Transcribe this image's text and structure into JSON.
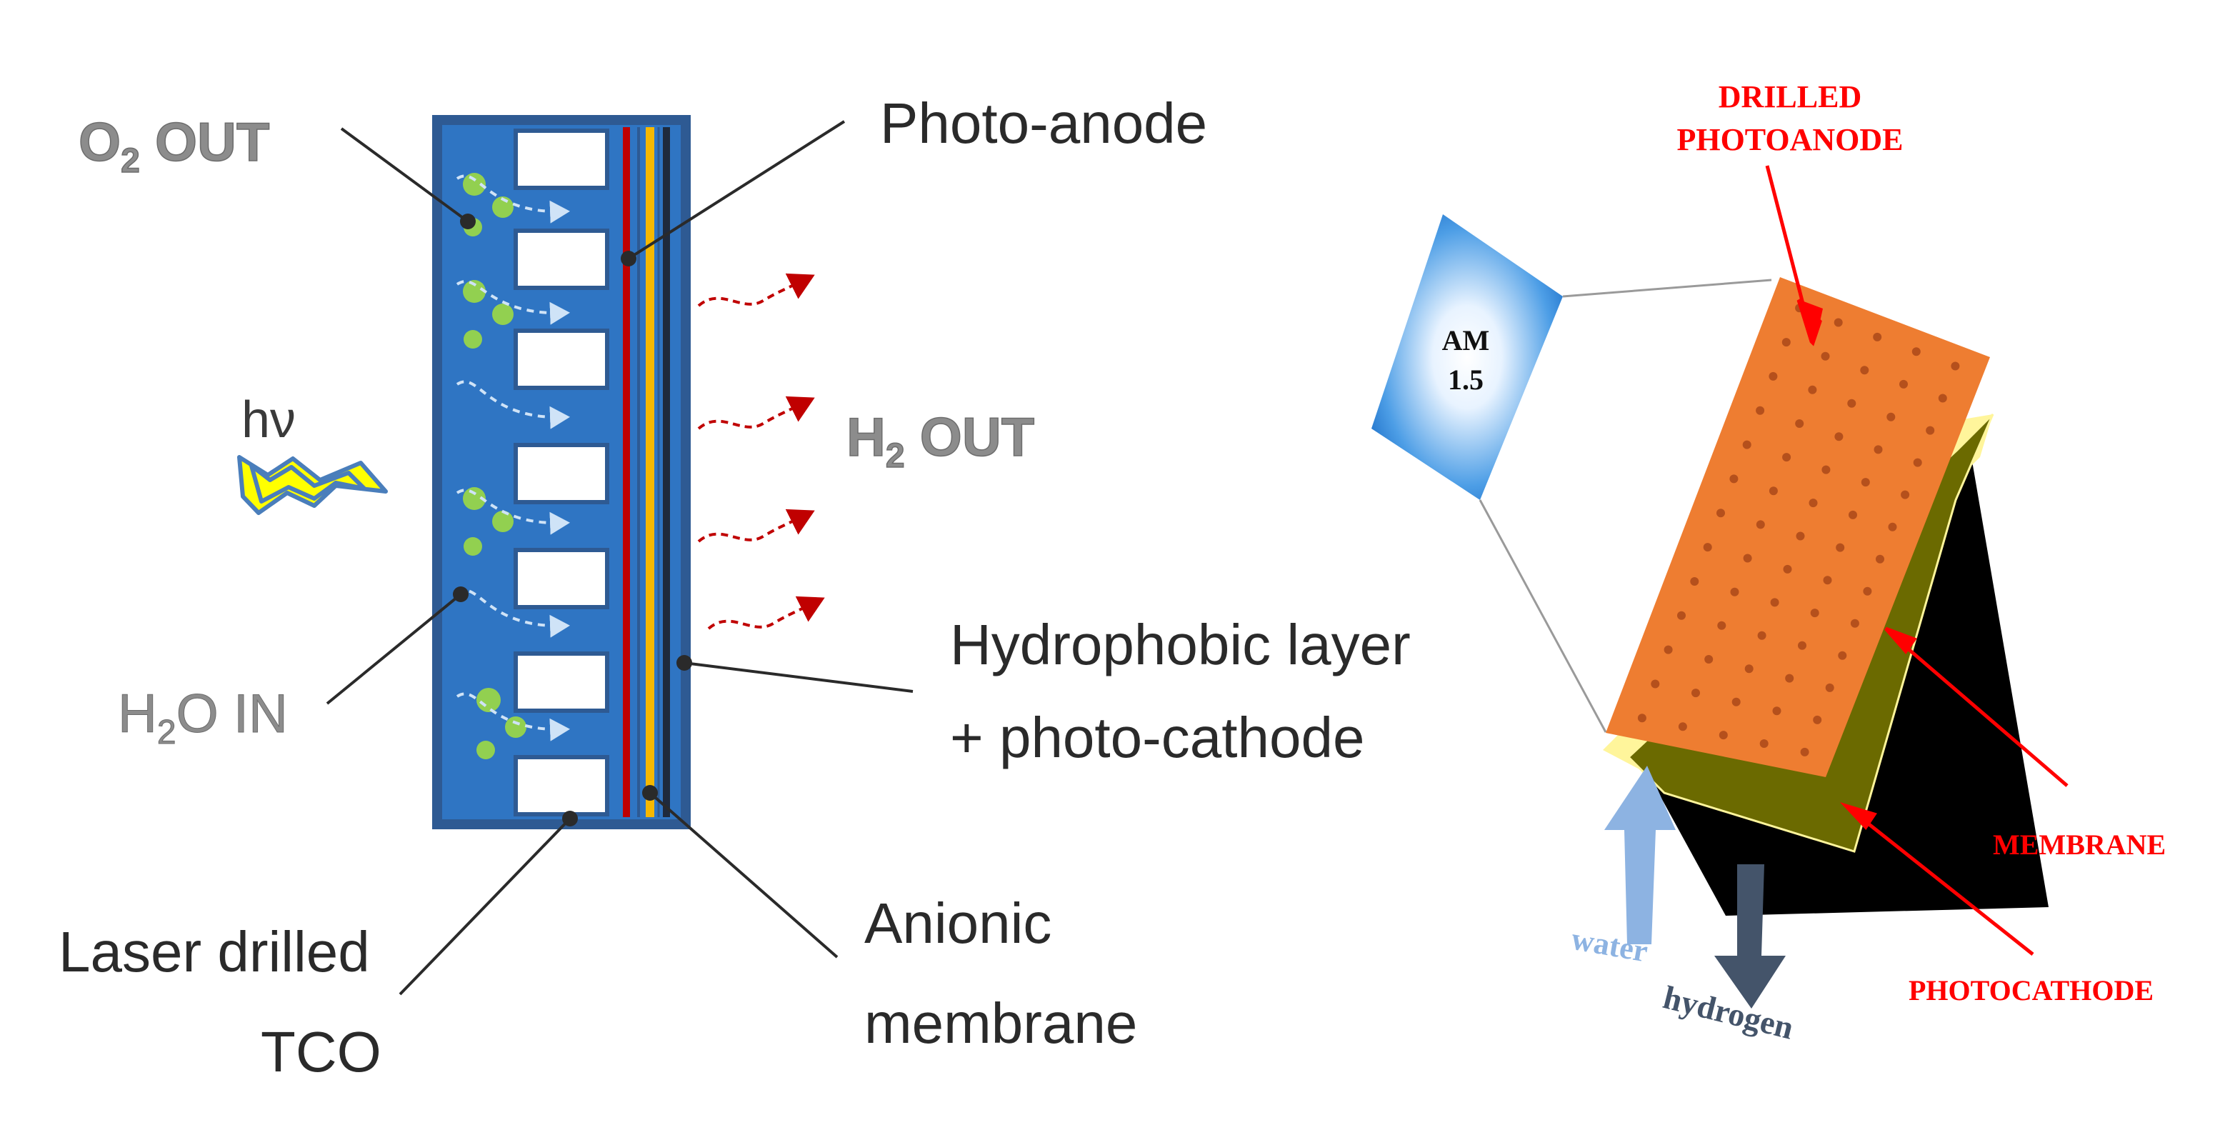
{
  "left": {
    "o2_out": {
      "main": "O",
      "sub": "2",
      "rest": " OUT"
    },
    "h2_out": {
      "main": "H",
      "sub": "2",
      "rest": " OUT"
    },
    "h2o_in": {
      "main": "H",
      "sub": "2",
      "rest": "O IN"
    },
    "hv": "hν",
    "photo_anode": "Photo-anode",
    "hydrophobic": [
      "Hydrophobic layer",
      "+ photo-cathode"
    ],
    "anionic": [
      "Anionic",
      "membrane"
    ],
    "laser": [
      "Laser drilled",
      "TCO"
    ]
  },
  "right": {
    "am": [
      "AM",
      "1.5"
    ],
    "drilled_photoanode": [
      "DRILLED",
      "PHOTOANODE"
    ],
    "membrane": "MEMBRANE",
    "photocathode": "PHOTOCATHODE",
    "water": "water",
    "hydrogen": "hydrogen"
  },
  "colors": {
    "cell_border": "#2e5a93",
    "cell_fill": "#2f75c3",
    "anode_red": "#c00000",
    "membrane_yellow": "#f5b800",
    "cathode_dark": "#1f2a3c",
    "bubble_green": "#92d050",
    "h2_arrow": "#c00000",
    "label_grey": "#8c8c8c",
    "annotation_red": "#ff0000",
    "orange_plate": "#ee7d31",
    "olive_layer": "#6b6a00",
    "pale_yellow": "#fff59b",
    "water_arrow": "#8db3e2",
    "hydrogen_arrow": "#44546a",
    "lightning": "#ffff00"
  }
}
